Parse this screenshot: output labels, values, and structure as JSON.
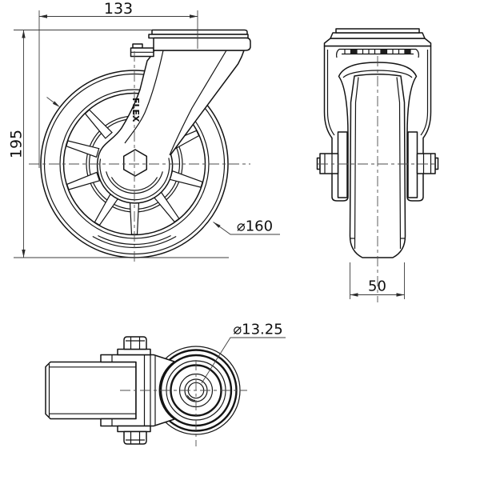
{
  "drawing": {
    "type": "caster-wheel-technical-drawing",
    "background_color": "#ffffff",
    "object_line_color": "#141414",
    "dimension_line_color": "#3d3d3d",
    "dimensions": {
      "offset_width": "133",
      "overall_height": "195",
      "wheel_diameter": "⌀160",
      "wheel_width": "50",
      "bolt_hole_diameter": "⌀13.25"
    },
    "logo_text": "FLEX"
  }
}
